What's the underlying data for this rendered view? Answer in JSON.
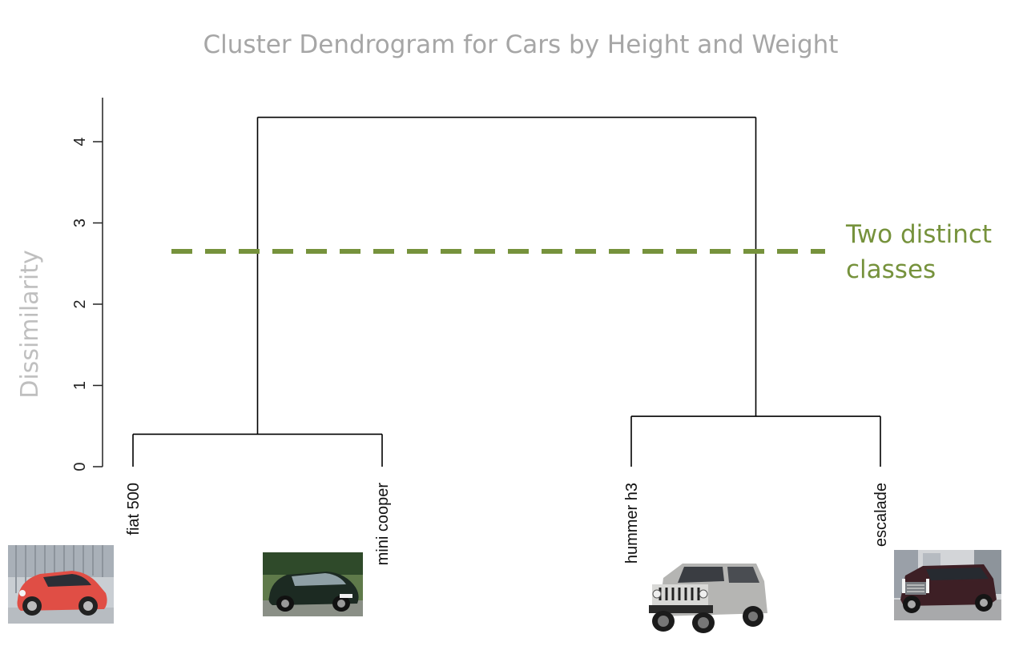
{
  "chart_data": {
    "type": "dendrogram",
    "title": "Cluster Dendrogram for Cars by Height and Weight",
    "ylabel": "Dissimilarity",
    "ylim": [
      0,
      4.5
    ],
    "yticks": [
      "0",
      "1",
      "2",
      "3",
      "4"
    ],
    "leaves": [
      "fiat 500",
      "mini cooper",
      "hummer h3",
      "escalade"
    ],
    "merges": [
      {
        "left": "fiat 500",
        "right": "mini cooper",
        "height": 0.4
      },
      {
        "left": "hummer h3",
        "right": "escalade",
        "height": 0.62
      },
      {
        "left": "cluster-1",
        "right": "cluster-2",
        "height": 4.3
      }
    ],
    "cut_line": {
      "height": 2.65,
      "color": "#76923c",
      "style": "dashed"
    },
    "annotation": {
      "line1": "Two distinct",
      "line2": "classes"
    },
    "colors": {
      "branch": "#000000",
      "title": "#a6a6a6",
      "ylabel": "#bfbfbf",
      "annotation": "#76923c"
    }
  },
  "images": {
    "fiat": "fiat-500-photo",
    "mini": "mini-cooper-photo",
    "hummer": "hummer-h3-photo",
    "escalade": "escalade-photo"
  }
}
